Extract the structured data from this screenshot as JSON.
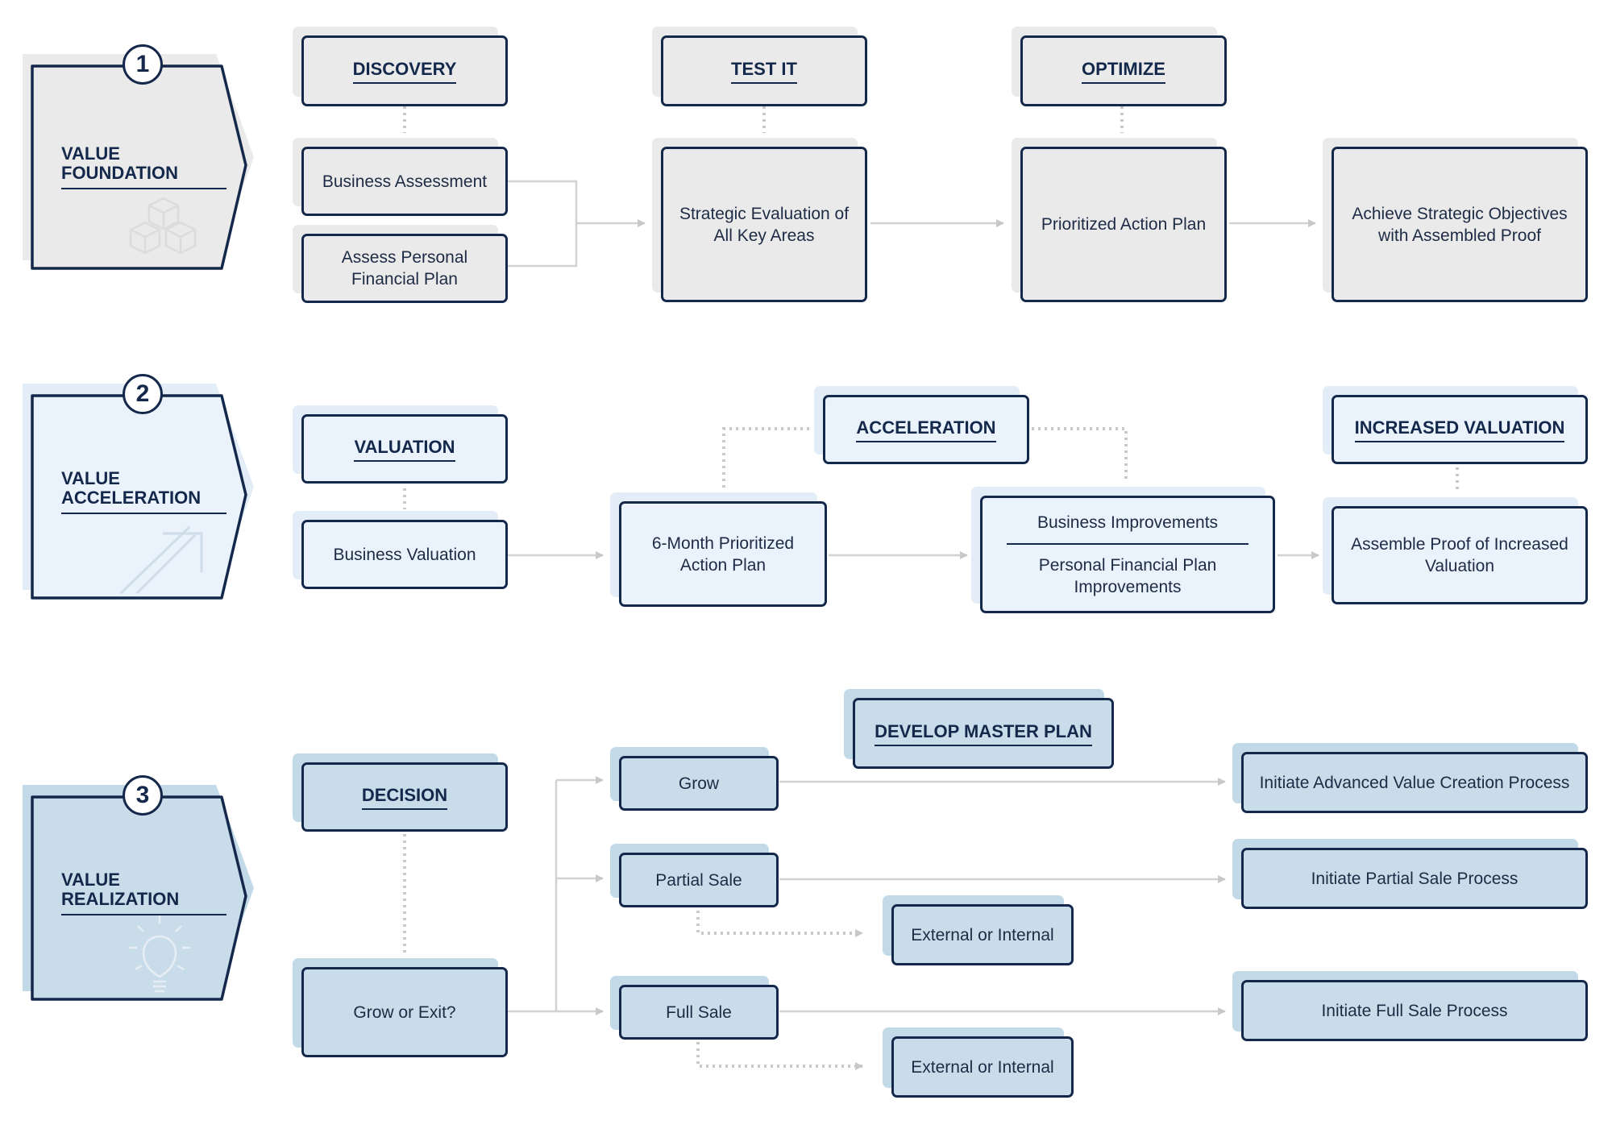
{
  "colors": {
    "navy": "#14284b",
    "foundation": "#ebeaea",
    "acceleration": "#eaf2fb",
    "realization": "#c9dce9",
    "connector": "#d2d2d2"
  },
  "stages": [
    {
      "number": "1",
      "title_line1": "VALUE",
      "title_line2": "FOUNDATION",
      "icon": "cubes-icon"
    },
    {
      "number": "2",
      "title_line1": "VALUE",
      "title_line2": "ACCELERATION",
      "icon": "arrow-up-right-icon"
    },
    {
      "number": "3",
      "title_line1": "VALUE",
      "title_line2": "REALIZATION",
      "icon": "lightbulb-icon"
    }
  ],
  "row1": {
    "discovery": "DISCOVERY",
    "test_it": "TEST IT",
    "optimize": "OPTIMIZE",
    "business_assessment": "Business Assessment",
    "assess_personal_financial_plan": "Assess Personal Financial Plan",
    "strategic_evaluation": "Strategic Evaluation of All Key Areas",
    "prioritized_action_plan": "Prioritized Action Plan",
    "achieve_objectives": "Achieve Strategic Objectives with Assembled Proof"
  },
  "row2": {
    "valuation": "VALUATION",
    "business_valuation": "Business Valuation",
    "six_month_plan": "6-Month Prioritized Action Plan",
    "acceleration": "ACCELERATION",
    "business_improvements": "Business Improvements",
    "personal_financial_improvements": "Personal Financial Plan Improvements",
    "increased_valuation": "INCREASED VALUATION",
    "assemble_proof": "Assemble Proof of Increased Valuation"
  },
  "row3": {
    "decision": "DECISION",
    "grow_or_exit": "Grow or Exit?",
    "develop_master_plan": "DEVELOP MASTER PLAN",
    "grow": "Grow",
    "partial_sale": "Partial Sale",
    "full_sale": "Full Sale",
    "external_or_internal_1": "External or Internal",
    "external_or_internal_2": "External or Internal",
    "initiate_advanced": "Initiate Advanced Value Creation Process",
    "initiate_partial": "Initiate Partial Sale Process",
    "initiate_full": "Initiate Full Sale Process"
  }
}
